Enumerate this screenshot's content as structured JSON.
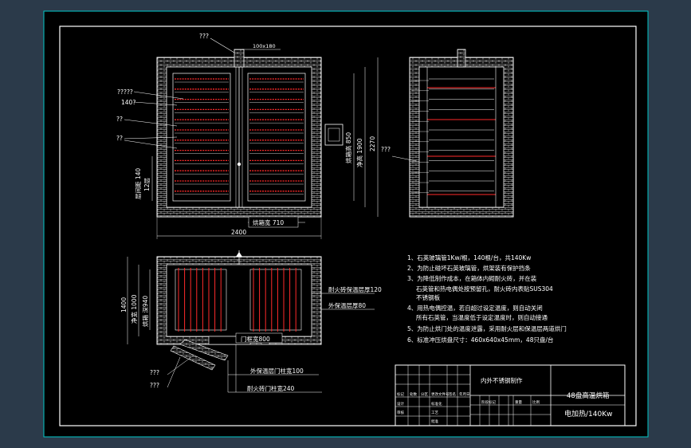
{
  "colors": {
    "background": "#2b3a4a",
    "paper": "#000000",
    "line": "#ffffff",
    "heater": "#ff2a2a",
    "frame_accent": "#00c8c8",
    "dim_line": "#ffffff"
  },
  "front_view": {
    "label_top": "???",
    "label_top_size": "100x180",
    "left_labels": [
      "?????",
      "140?",
      "??",
      "??"
    ],
    "layer_spacing": "层间距 140",
    "layer_count": "12层",
    "bake_height": "烘箱高 850",
    "clear_height": "净高 1900",
    "total_height": "2270",
    "bake_width": "烘箱宽 710",
    "total_width": "2400"
  },
  "side_view": {
    "left_label": "???"
  },
  "plan_view": {
    "total_depth": "1400",
    "clear_depth": "净宽 1000",
    "bake_depth": "烘箱 深940",
    "inner_wall": "耐火砖保温层厚120",
    "outer_wall": "外保温层厚80",
    "door_width": "门框宽800",
    "outer_door_post": "外保温层门柱宽100",
    "inner_door_post": "耐火砖门柱宽240",
    "door_labels": [
      "???",
      "???"
    ]
  },
  "notes": [
    "1、石英玻璃管1Kw/根，140根/台，共140Kw",
    "2、为防止碰坏石英玻璃管，烘架装有保护挡条",
    "3、为降低制作成本，在箱体内砌耐火砖，并在装",
    "石英管和热电偶处按预留孔，耐火砖内表贴SUS304",
    "不锈钢板",
    "4、用热电偶控温，若自超过设定温度，则自动关闭",
    "所有石英管，当温度低于设定温度时，则自动接通",
    "5、为防止烘门处的温度泄露，采用耐火层和保温层两道烘门",
    "6、标准冲压烘盘尺寸：460x640x45mm，48只盘/台"
  ],
  "title_block": {
    "material": "内外不锈钢制作",
    "name": "48盘高温烘箱",
    "spec": "电加热/140Kw",
    "cells": [
      "标记",
      "处数",
      "分区",
      "更改文件号",
      "签名",
      "年月日",
      "设计",
      "标准化",
      "阶段标记",
      "重量",
      "比例",
      "审核",
      "工艺",
      "批准"
    ]
  }
}
